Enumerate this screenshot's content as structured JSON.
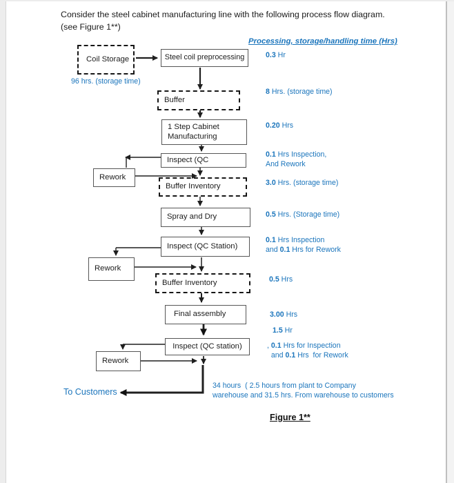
{
  "title": {
    "line1": "Consider the steel cabinet manufacturing line with the following process flow diagram.",
    "line2": "(see Figure 1**)"
  },
  "column_header": "Processing, storage/handling time (Hrs)",
  "figure_caption": "Figure 1**",
  "colors": {
    "accent_blue": "#1b75bc",
    "line_color": "#1f1f1f",
    "box_border": "#555555"
  },
  "nodes": [
    {
      "id": "coil-storage",
      "label": "Coil Storage",
      "style": "dashed"
    },
    {
      "id": "steel-coil-preprocessing",
      "label": "Steel coil preprocessing",
      "style": "solid"
    },
    {
      "id": "buffer",
      "label": "Buffer",
      "style": "dashed"
    },
    {
      "id": "cabinet-manufacturing",
      "label": "1 Step Cabinet Manufacturing",
      "style": "solid"
    },
    {
      "id": "inspect-qc-1",
      "label": "Inspect (QC",
      "style": "solid"
    },
    {
      "id": "rework-1",
      "label": "Rework",
      "style": "solid"
    },
    {
      "id": "buffer-inventory-1",
      "label": "Buffer Inventory",
      "style": "dashed"
    },
    {
      "id": "spray-and-dry",
      "label": "Spray and Dry",
      "style": "solid"
    },
    {
      "id": "inspect-qc-2",
      "label": "Inspect (QC Station)",
      "style": "solid"
    },
    {
      "id": "rework-2",
      "label": "Rework",
      "style": "solid"
    },
    {
      "id": "buffer-inventory-2",
      "label": "Buffer Inventory",
      "style": "dashed"
    },
    {
      "id": "final-assembly",
      "label": "Final assembly",
      "style": "solid"
    },
    {
      "id": "inspect-qc-3",
      "label": "Inspect (QC station)",
      "style": "solid"
    },
    {
      "id": "rework-3",
      "label": "Rework",
      "style": "solid"
    }
  ],
  "side_notes": {
    "coil_storage_time": "96 hrs. (storage time)",
    "to_customers": "To Customers"
  },
  "time_annotations": [
    {
      "id": "preprocessing-time",
      "lines": [
        [
          {
            "b": true,
            "t": "0.3"
          },
          {
            "t": " Hr"
          }
        ]
      ]
    },
    {
      "id": "buffer-storage-time",
      "lines": [
        [
          {
            "b": true,
            "t": "8"
          },
          {
            "t": " Hrs. (storage time)"
          }
        ]
      ]
    },
    {
      "id": "manufacturing-time",
      "lines": [
        [
          {
            "b": true,
            "t": "0.20"
          },
          {
            "t": " Hrs"
          }
        ]
      ]
    },
    {
      "id": "inspection-1-time",
      "lines": [
        [
          {
            "b": true,
            "t": "0.1"
          },
          {
            "t": " Hrs Inspection,"
          }
        ],
        [
          {
            "t": "And Rework"
          }
        ]
      ]
    },
    {
      "id": "buffer-inv-1-time",
      "lines": [
        [
          {
            "b": true,
            "t": "3.0"
          },
          {
            "t": " Hrs. (storage time)"
          }
        ]
      ]
    },
    {
      "id": "spray-dry-time",
      "lines": [
        [
          {
            "b": true,
            "t": "0.5"
          },
          {
            "t": " Hrs. (Storage time)"
          }
        ]
      ]
    },
    {
      "id": "inspection-2-time",
      "lines": [
        [
          {
            "b": true,
            "t": "0.1"
          },
          {
            "t": " Hrs Inspection"
          }
        ],
        [
          {
            "t": "and "
          },
          {
            "b": true,
            "t": "0.1"
          },
          {
            "t": " Hrs for Rework"
          }
        ]
      ]
    },
    {
      "id": "buffer-inv-2-time",
      "lines": [
        [
          {
            "b": true,
            "t": "0.5"
          },
          {
            "t": " Hrs"
          }
        ]
      ]
    },
    {
      "id": "final-assembly-time",
      "lines": [
        [
          {
            "b": true,
            "t": "3.00"
          },
          {
            "t": " Hrs"
          }
        ]
      ]
    },
    {
      "id": "assembly-handling-time",
      "lines": [
        [
          {
            "b": true,
            "t": "1.5"
          },
          {
            "t": " Hr"
          }
        ]
      ]
    },
    {
      "id": "inspection-3-time",
      "lines": [
        [
          {
            "t": ", "
          },
          {
            "b": true,
            "t": "0.1"
          },
          {
            "t": " Hrs for Inspection"
          }
        ],
        [
          {
            "t": "  and "
          },
          {
            "b": true,
            "t": "0.1"
          },
          {
            "t": " Hrs  for Rework"
          }
        ]
      ]
    },
    {
      "id": "shipping-time",
      "lines": [
        [
          {
            "t": "34 hours  ( 2.5 hours from plant to Company"
          }
        ],
        [
          {
            "t": "warehouse and 31.5 hrs. From warehouse to customers"
          }
        ]
      ]
    }
  ]
}
